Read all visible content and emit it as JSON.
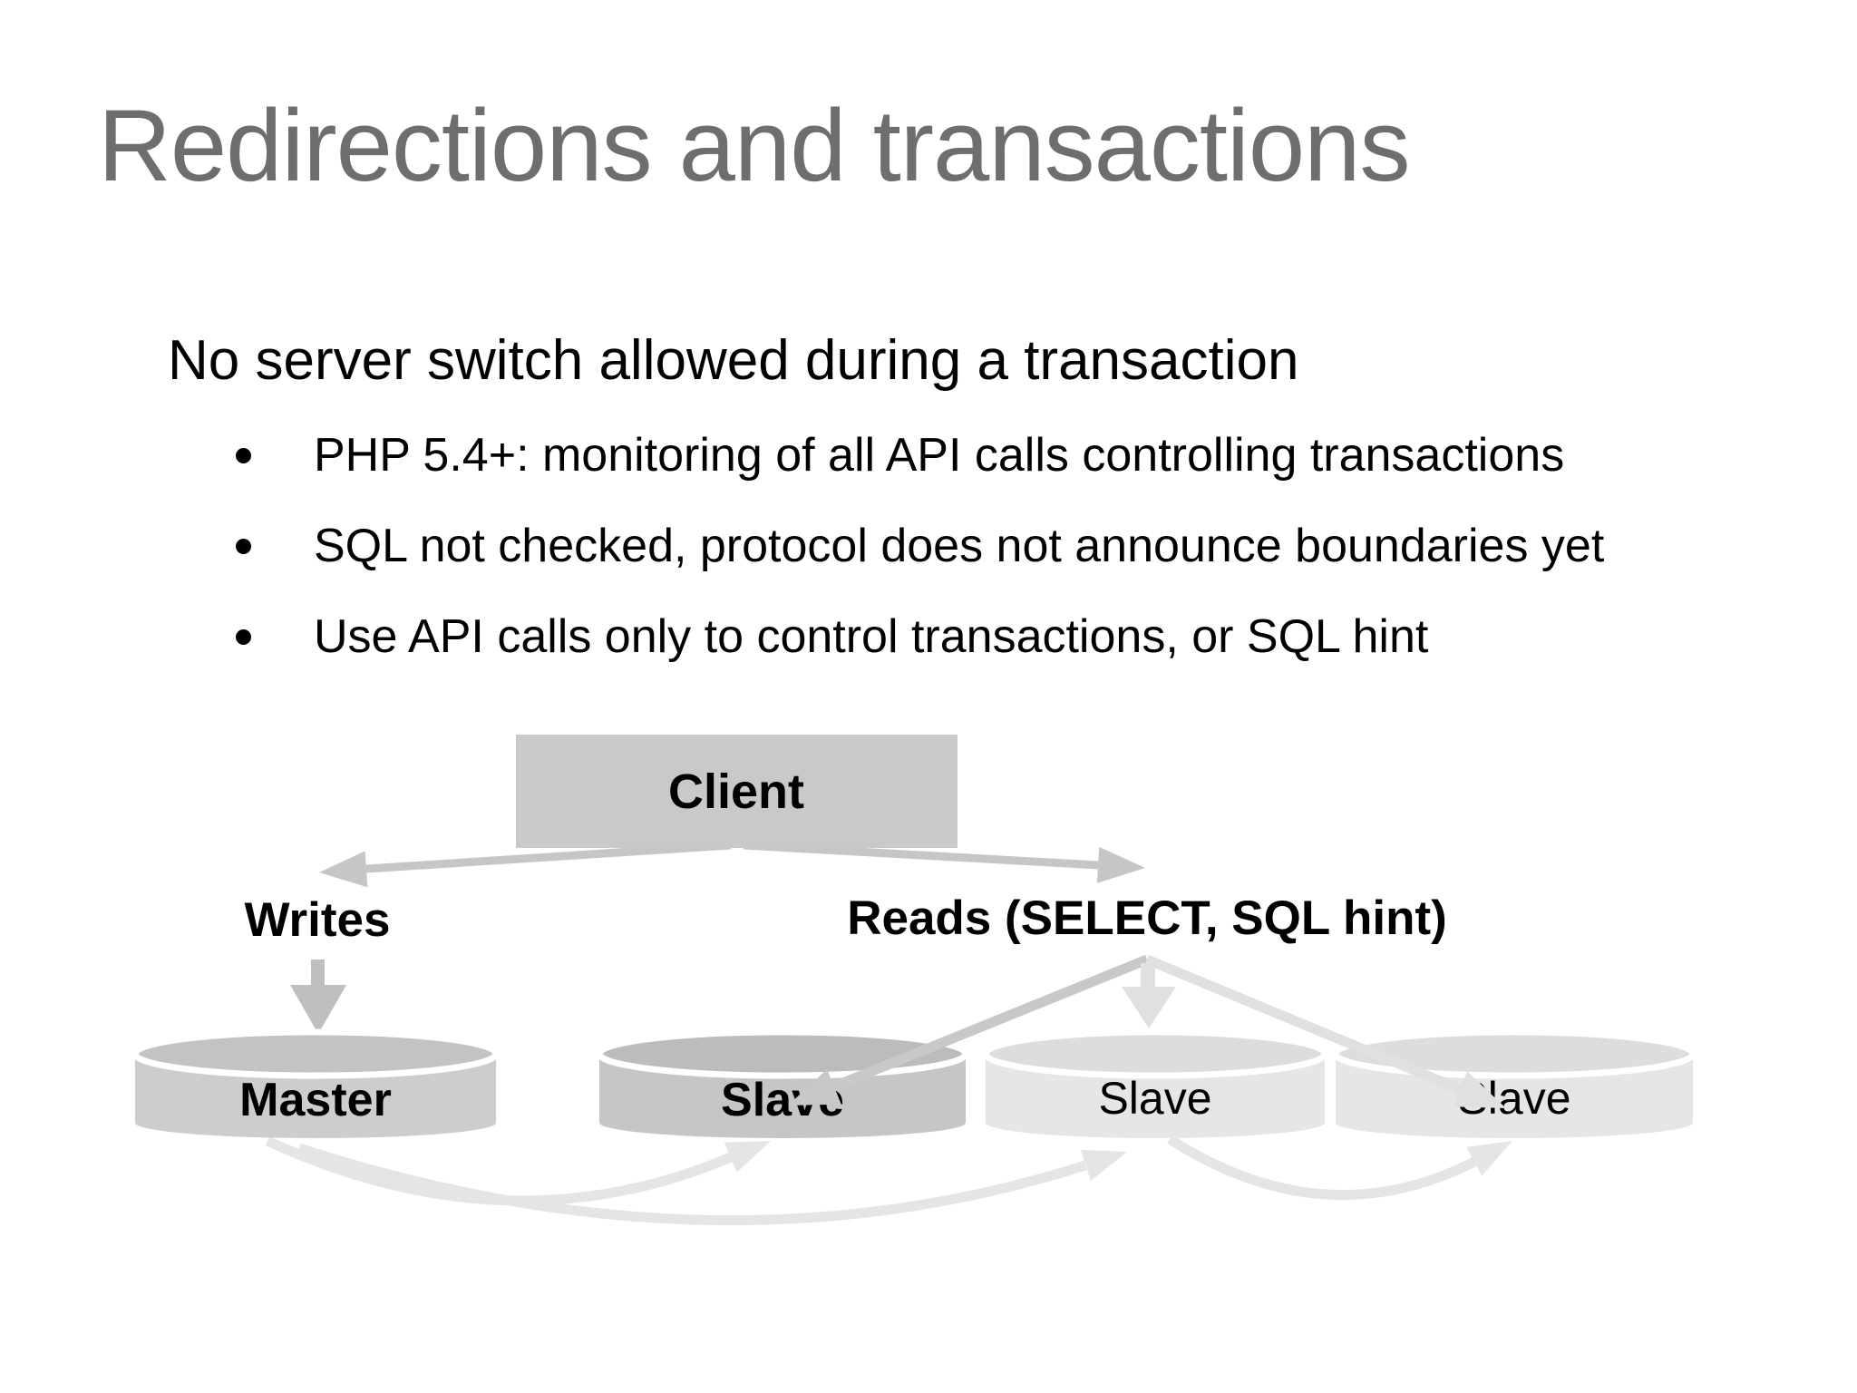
{
  "slide": {
    "title": "Redirections and transactions",
    "heading": "No server switch allowed during a transaction",
    "bullets": [
      "PHP 5.4+: monitoring of all API calls controlling transactions",
      "SQL not checked, protocol does not announce boundaries yet",
      "Use API calls only to control transactions, or SQL hint"
    ]
  },
  "diagram": {
    "client_label": "Client",
    "writes_label": "Writes",
    "reads_label": "Reads (SELECT, SQL hint)",
    "master_label": "Master",
    "slaves": [
      "Slave",
      "Slave",
      "Slave"
    ],
    "colors": {
      "title_text": "#6e6e6e",
      "body_text": "#000000",
      "client_box": "#c9c9c9",
      "connector": "#c6c6c6",
      "writes_arrow": "#bfbfbf",
      "fan_primary": "#c8c8c8",
      "fan_secondary": "#e0e0e0",
      "master_body": "#cdcdcd",
      "master_top": "#c3c3c3",
      "slave_primary_body": "#c6c6c6",
      "slave_primary_top": "#bcbcbc",
      "slave_secondary_body": "#e6e6e6",
      "slave_secondary_top": "#dddddd",
      "replication": "#e5e5e5"
    }
  }
}
